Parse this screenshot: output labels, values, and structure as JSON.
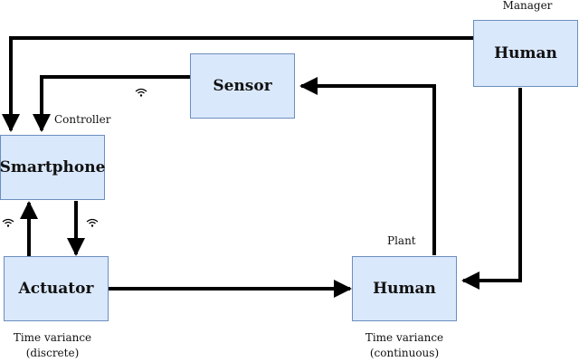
{
  "nodes": {
    "manager_human": "Human",
    "sensor": "Sensor",
    "smartphone": "Smartphone",
    "actuator": "Actuator",
    "plant_human": "Human"
  },
  "labels": {
    "manager": "Manager",
    "controller": "Controller",
    "plant": "Plant",
    "tv_discrete_1": "Time variance",
    "tv_discrete_2": "(discrete)",
    "tv_continuous_1": "Time variance",
    "tv_continuous_2": "(continuous)"
  },
  "colors": {
    "box_fill": "#dae8fc",
    "box_border": "#6c8ebf",
    "edge": "#000000"
  },
  "icons": [
    "wifi-icon",
    "wifi-icon",
    "wifi-icon"
  ]
}
